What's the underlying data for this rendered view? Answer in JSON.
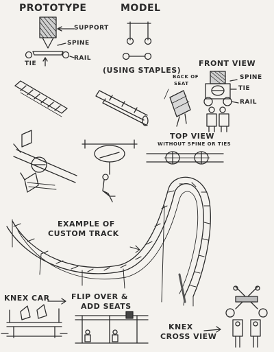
{
  "labels": {
    "prototype": "PROTOTYPE",
    "model": "MODEL",
    "support": "SUPPORT",
    "spine": "SPINE",
    "tie": "TIE",
    "rail": "RAIL",
    "using_staples": "(USING STAPLES)",
    "front_view": "FRONT VIEW",
    "front_spine": "SPINE",
    "front_tie": "TIE",
    "front_rail": "RAIL",
    "back_of_seat_1": "BACK OF",
    "back_of_seat_2": "SEAT",
    "top_view": "TOP VIEW",
    "top_view_sub": "WITHOUT SPINE OR TIES",
    "example_1": "EXAMPLE OF",
    "example_2": "CUSTOM TRACK",
    "knex_car": "KNEX CAR",
    "flip_over_1": "FLIP OVER &",
    "flip_over_2": "ADD SEATS",
    "knex_cross_1": "KNEX",
    "knex_cross_2": "CROSS VIEW"
  },
  "colors": {
    "paper": "#f4f2ee",
    "pencil": "#2b2b2b",
    "shade": "#6a6a6a"
  }
}
